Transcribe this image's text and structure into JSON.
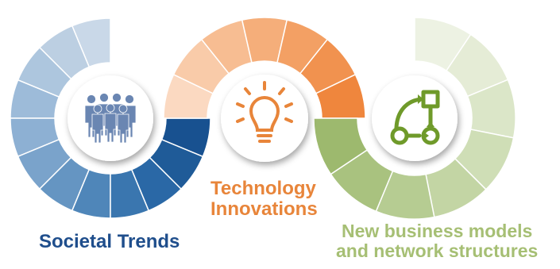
{
  "stages": [
    {
      "id": "societal",
      "caption_lines": [
        "Societal Trends"
      ],
      "icon": "people-group-icon",
      "caption_color": "#1f4e8c",
      "ring_colors": [
        "#c9d8e8",
        "#bccfe2",
        "#adc6de",
        "#9dbbd9",
        "#8db0d3",
        "#7aa3cb",
        "#6595c2",
        "#4f86b9",
        "#3a76af",
        "#2a68a6",
        "#1f5b98",
        "#185190"
      ],
      "icon_color": "#6a86b2"
    },
    {
      "id": "technology",
      "caption_lines": [
        "Technology",
        "Innovations"
      ],
      "icon": "lightbulb-icon",
      "caption_color": "#e8853a",
      "ring_colors": [
        "#fbd9c1",
        "#f9cba9",
        "#f7bd92",
        "#f5ae7a",
        "#f3a064",
        "#f1924f",
        "#ef863d"
      ],
      "icon_color": "#e8853a"
    },
    {
      "id": "business",
      "caption_lines": [
        "New business models",
        "and network structures"
      ],
      "icon": "process-flow-icon",
      "caption_color": "#a6bf74",
      "ring_colors": [
        "#edf2e3",
        "#e5ecd6",
        "#dbe6c8",
        "#cfdeb6",
        "#c3d5a4",
        "#b6cc92",
        "#a9c27f",
        "#9db96e"
      ],
      "icon_color": "#6f9a2a"
    }
  ]
}
